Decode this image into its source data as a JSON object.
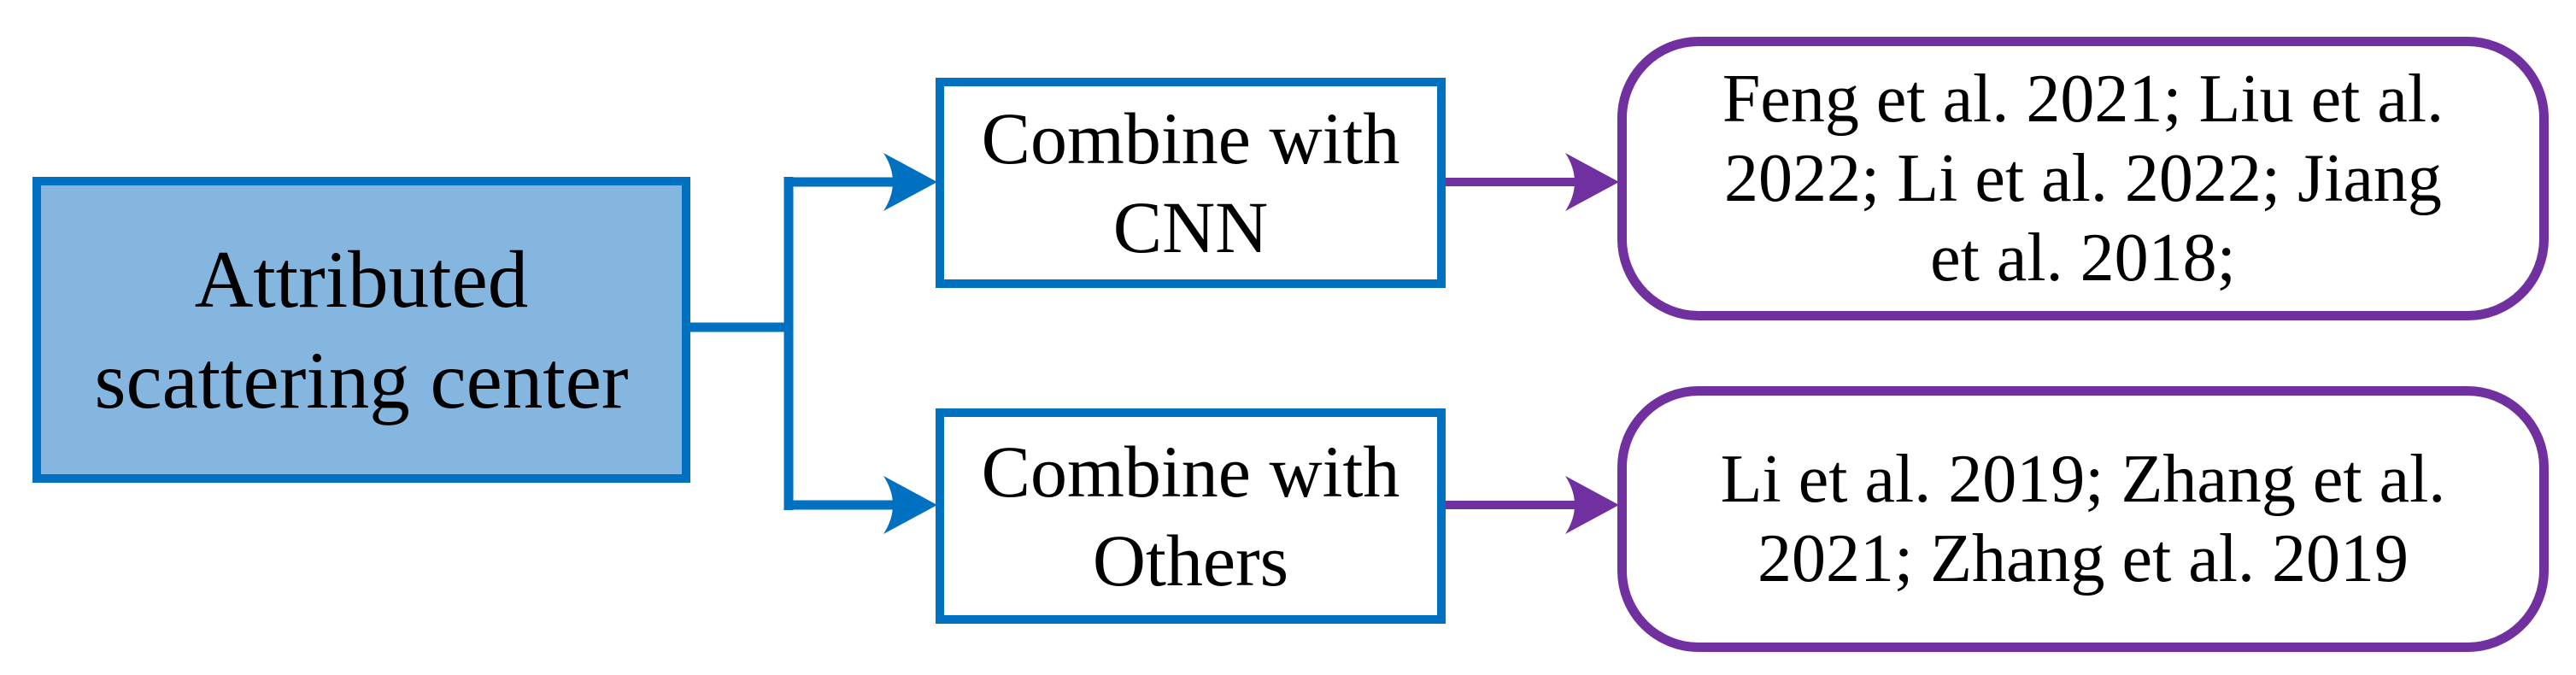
{
  "colors": {
    "blue": "#0070C0",
    "blue_fill": "#84B6DF",
    "purple": "#7030A0",
    "text": "#000000",
    "bg": "#FFFFFF"
  },
  "diagram": {
    "type": "flowchart",
    "direction": "left-to-right",
    "nodes": {
      "root": {
        "full_text": "Attributed scattering center",
        "lines": [
          "Attributed",
          "scattering center"
        ],
        "shape": "rectangle",
        "fill": "#84B6DF",
        "border_color": "#0070C0"
      },
      "branch_cnn": {
        "full_text": "Combine with CNN",
        "lines": [
          "Combine with",
          "CNN"
        ],
        "shape": "rectangle",
        "fill": "#FFFFFF",
        "border_color": "#0070C0"
      },
      "branch_others": {
        "full_text": "Combine with Others",
        "lines": [
          "Combine with",
          "Others"
        ],
        "shape": "rectangle",
        "fill": "#FFFFFF",
        "border_color": "#0070C0"
      },
      "refs_cnn": {
        "full_text": "Feng et al. 2021; Liu et al. 2022; Li et al. 2022; Jiang et al. 2018;",
        "lines": [
          "Feng et al. 2021; Liu et al.",
          "2022; Li et al. 2022; Jiang",
          "et al. 2018;"
        ],
        "citations": [
          "Feng et al. 2021",
          "Liu et al. 2022",
          "Li et al. 2022",
          "Jiang et al. 2018"
        ],
        "shape": "rounded-rectangle",
        "fill": "#FFFFFF",
        "border_color": "#7030A0"
      },
      "refs_others": {
        "full_text": "Li et al. 2019; Zhang et al. 2021; Zhang et al. 2019",
        "lines": [
          "Li et al. 2019; Zhang et al.",
          "2021; Zhang et al. 2019"
        ],
        "citations": [
          "Li et al. 2019",
          "Zhang et al. 2021",
          "Zhang et al. 2019"
        ],
        "shape": "rounded-rectangle",
        "fill": "#FFFFFF",
        "border_color": "#7030A0"
      }
    },
    "edges": [
      {
        "from": "root",
        "to": "branch_cnn",
        "color": "#0070C0",
        "style": "elbow-arrow"
      },
      {
        "from": "root",
        "to": "branch_others",
        "color": "#0070C0",
        "style": "elbow-arrow"
      },
      {
        "from": "branch_cnn",
        "to": "refs_cnn",
        "color": "#7030A0",
        "style": "straight-arrow"
      },
      {
        "from": "branch_others",
        "to": "refs_others",
        "color": "#7030A0",
        "style": "straight-arrow"
      }
    ]
  }
}
